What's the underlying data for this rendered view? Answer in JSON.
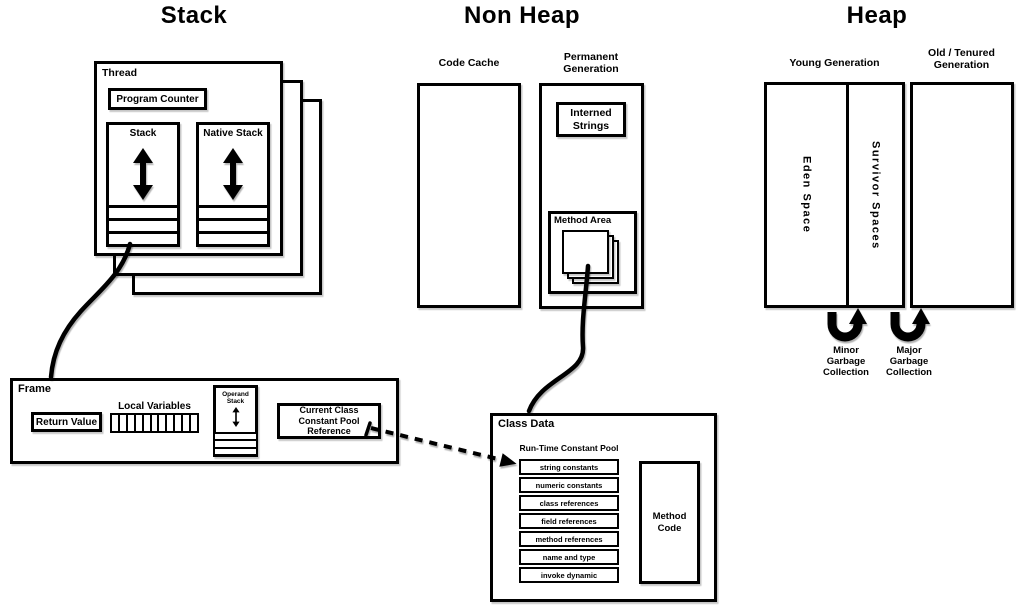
{
  "titles": {
    "stack": "Stack",
    "non_heap": "Non Heap",
    "heap": "Heap"
  },
  "thread": {
    "label": "Thread",
    "program_counter": "Program Counter",
    "stack": "Stack",
    "native_stack": "Native Stack"
  },
  "non_heap": {
    "code_cache": "Code Cache",
    "permanent_generation": "Permanent\nGeneration",
    "interned_strings": "Interned\nStrings",
    "method_area": "Method Area"
  },
  "heap": {
    "young_generation": "Young Generation",
    "old_tenured_generation": "Old / Tenured\nGeneration",
    "eden_space": "Eden Space",
    "survivor_spaces": "Survivor Spaces",
    "minor_gc": "Minor\nGarbage\nCollection",
    "major_gc": "Major\nGarbage\nCollection"
  },
  "frame": {
    "label": "Frame",
    "return_value": "Return Value",
    "local_variables": "Local Variables",
    "local_variable_cells": 11,
    "operand_stack": "Operand\nStack",
    "current_class_constant_pool_reference": "Current Class\nConstant Pool\nReference"
  },
  "class_data": {
    "label": "Class Data",
    "runtime_constant_pool": "Run-Time Constant Pool",
    "pool_entries": [
      "string constants",
      "numeric constants",
      "class references",
      "field references",
      "method references",
      "name and type",
      "invoke dynamic"
    ],
    "method_code": "Method\nCode"
  },
  "colors": {
    "stroke": "#000000",
    "background": "#ffffff"
  }
}
